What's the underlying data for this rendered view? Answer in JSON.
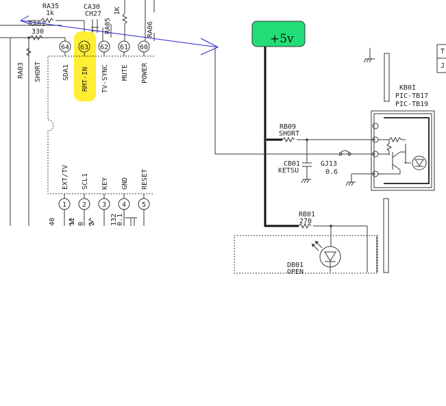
{
  "supply": {
    "label": "+5v",
    "fill": "#22dd77"
  },
  "highlight_color": "#ffee33",
  "annotation_color": "#2222cc",
  "ic": {
    "top_pins": [
      {
        "num": "64",
        "name": "SDA1"
      },
      {
        "num": "63",
        "name": "RMT-IN"
      },
      {
        "num": "62",
        "name": "TV-SYNC"
      },
      {
        "num": "61",
        "name": "MUTE"
      },
      {
        "num": "60",
        "name": "POWER"
      }
    ],
    "bottom_pins": [
      {
        "num": "1",
        "name": "EXT/TV"
      },
      {
        "num": "2",
        "name": "SCL1"
      },
      {
        "num": "3",
        "name": "KEY"
      },
      {
        "num": "4",
        "name": "GND"
      },
      {
        "num": "5",
        "name": "RESET"
      }
    ]
  },
  "labels": {
    "ra35": "RA35",
    "ra35_val": "1k",
    "ca30": "CA30",
    "ch27": "CH27",
    "ra05": "RA05",
    "ra05_val": "1K",
    "ra06": "RA06",
    "ra01": "RA01",
    "ra01_val": "330",
    "ra03": "RA03",
    "short_left": "SHORT",
    "kb01": "KB0I",
    "pic1": "PIC-TB17",
    "pic2": "PIC-TB19",
    "rb09": "RB09",
    "rb09_val": "SHORT",
    "cb01": "CB01",
    "cb01_val": "KETSU",
    "gj13": "GJ13",
    "gj13_val": "0.6",
    "rb01": "RB01",
    "rb01_val": "270",
    "db01": "DB01",
    "db01_val": "OPEN",
    "edge_t": "T",
    "edge_j": "J",
    "bl_40": "40",
    "bl_11": "11",
    "bl_0": "0",
    "bl_2": "2",
    "bl_132": "132",
    "bl_01": "0.1"
  }
}
